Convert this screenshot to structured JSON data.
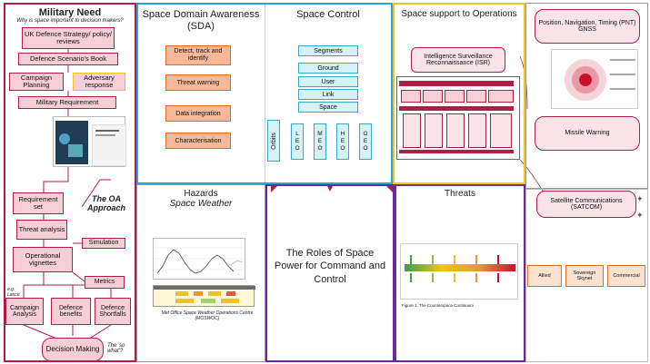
{
  "military_need": {
    "title": "Military Need",
    "subtitle": "Why is space important to decision makers?",
    "boxes": {
      "strategy": "UK Defence Strategy/ policy/ reviews",
      "scenarios": "Defence Scenario's Book",
      "campaign_planning": "Campaign Planning",
      "adversary": "Adversary response",
      "requirement": "Military Requirement",
      "requirement_set": "Requirement set",
      "threat_analysis": "Threat analysis",
      "simulation": "Simulation",
      "vignettes": "Operational vignettes",
      "metrics": "Metrics",
      "campaign_analysis": "Campaign Analysis",
      "defence_benefits": "Defence benefits",
      "defence_shortfalls": "Defence Shortfalls",
      "decision_making": "Decision Making"
    },
    "oa_approach": "The OA Approach",
    "eg_note": "e.g. Lance",
    "so_what": "The 'so what'?"
  },
  "sda": {
    "title": "Space Domain Awareness (SDA)",
    "items": [
      "Detect, track and identify",
      "Threat warning",
      "Data integration",
      "Characterisation"
    ]
  },
  "space_control": {
    "title": "Space Control",
    "segments": [
      "Segments",
      "Ground",
      "User",
      "Link",
      "Space"
    ],
    "orbits_label": "Orbits",
    "orbits": [
      "LEO",
      "MEO",
      "HEO",
      "GEO"
    ]
  },
  "support_ops": {
    "title": "Space support to Operations",
    "isr": "Intelligence Surveillance Reconnaissance (ISR)"
  },
  "right_column": {
    "pnt": "Position, Navigation, Timing (PNT) GNSS",
    "missile": "Missile Warning",
    "satcom": "Satellite Communications (SATCOM)",
    "satcom_options": [
      "Allied",
      "Sovereign Skynet",
      "Commercial"
    ]
  },
  "hazards": {
    "title": "Hazards",
    "subtitle": "Space Weather",
    "caption": "Met Office Space Weather Operations Centre (MOSWOC)"
  },
  "centre": {
    "title": "The Roles of Space Power for Command and Control"
  },
  "threats": {
    "title": "Threats",
    "figure_caption": "Figure 1: The Counterspace Continuum"
  },
  "colors": {
    "military_border": "#b01e46",
    "sda_border": "#29a6d9",
    "ops_border": "#f0c419",
    "centre_border": "#6a2a9c",
    "orange_fill": "#f8b999",
    "pink_fill": "#f6cfd6"
  }
}
